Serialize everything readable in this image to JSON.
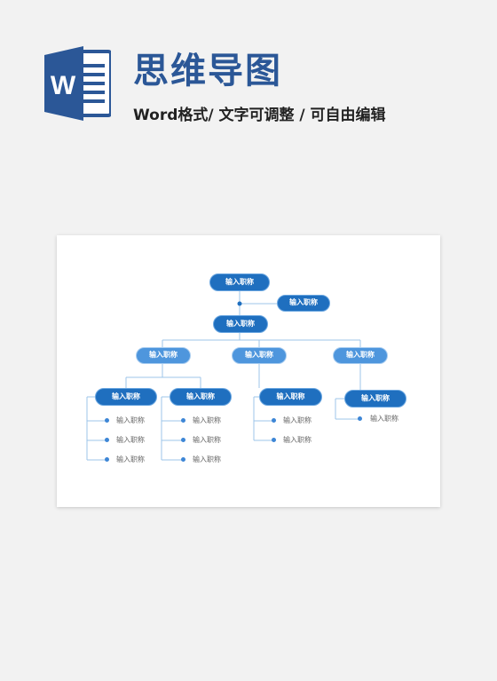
{
  "header": {
    "title": "思维导图",
    "subtitle": "Word格式/ 文字可调整 / 可自由编辑",
    "logo_letter": "W"
  },
  "colors": {
    "accent": "#2b5797",
    "node_dark": "#1f6fbf",
    "node_light": "#4e96dd",
    "connector": "#9cc4ea"
  },
  "chart": {
    "root": "输入职称",
    "side": "输入职称",
    "center": "输入职称",
    "level2": [
      "输入职称",
      "输入职称",
      "输入职称"
    ],
    "level3": [
      "输入职称",
      "输入职称",
      "输入职称",
      "输入职称"
    ],
    "leaves": [
      [
        "输入职称",
        "输入职称",
        "输入职称"
      ],
      [
        "输入职称",
        "输入职称",
        "输入职称"
      ],
      [
        "输入职称",
        "输入职称"
      ],
      [
        "输入职称"
      ]
    ]
  }
}
